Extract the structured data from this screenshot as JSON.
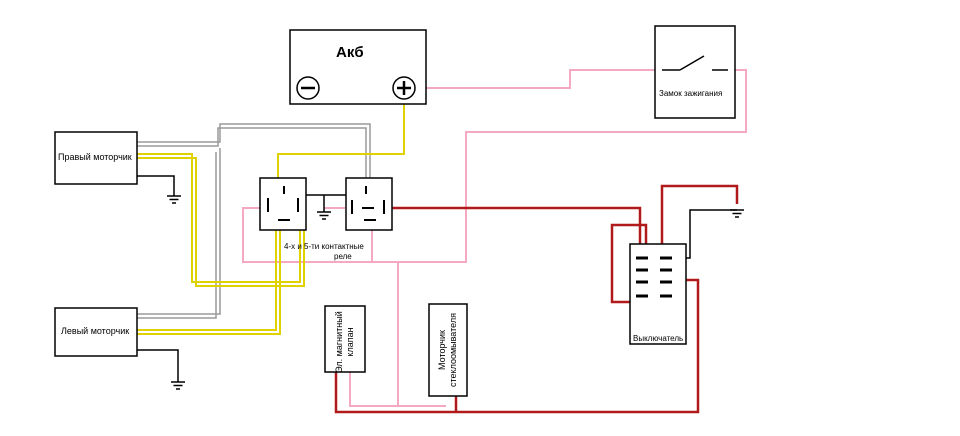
{
  "battery": {
    "label": "Акб"
  },
  "ignition": {
    "label": "Замок зажигания"
  },
  "right_motor": {
    "label": "Правый моторчик"
  },
  "left_motor": {
    "label": "Левый моторчик"
  },
  "relays": {
    "label_line1": "4-х и 5-ти контактные",
    "label_line2": "реле"
  },
  "valve": {
    "label_line1": "Эл. магнитный",
    "label_line2": "клапан"
  },
  "washer_motor": {
    "label_line1": "Моторчик",
    "label_line2": "стеклоомывателя"
  },
  "switch": {
    "label": "Выключатель"
  },
  "colors": {
    "pink": "#f4a9c0",
    "yellow": "#e0d200",
    "gray": "#9a9a9a",
    "red": "#b11a1a",
    "black": "#000000"
  }
}
